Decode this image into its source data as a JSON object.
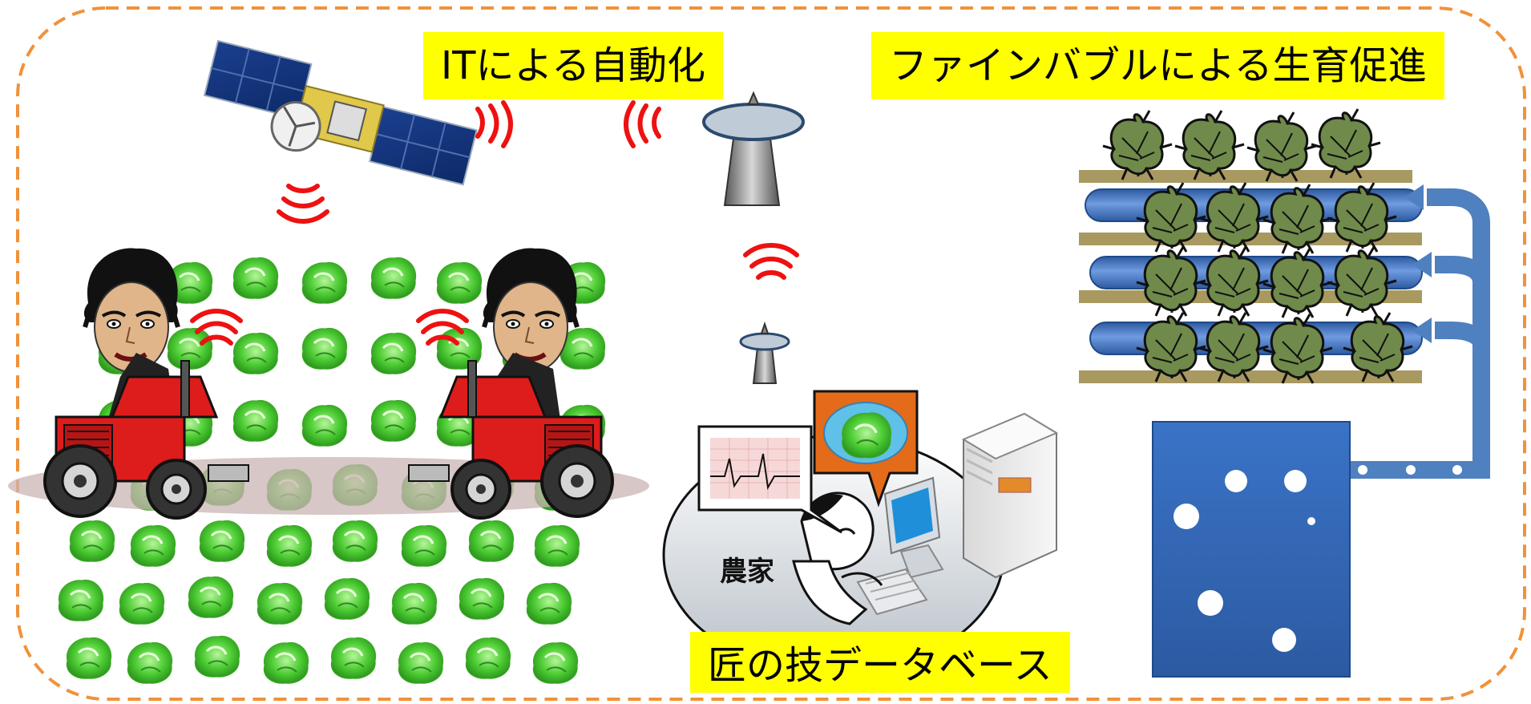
{
  "labels": {
    "it_automation": "ITによる自動化",
    "fine_bubble": "ファインバブルによる生育促進",
    "database": "匠の技データベース",
    "farmer": "農家"
  },
  "colors": {
    "frame_dash": "#f0923a",
    "label_bg": "#ffff00",
    "signal": "#ee1111",
    "pipe": "#4f80c0",
    "water_tank": "#3b6fb0",
    "tractor": "#dd1c1c",
    "cabbage": "#4ccc33",
    "plant_leaf": "#6d8a48",
    "soil_bar": "#a89960"
  },
  "icons": [
    "satellite-icon",
    "antenna-tower-icon",
    "tractor-icon",
    "farmer-face-icon",
    "server-icon",
    "computer-icon",
    "cabbage-icon",
    "plant-icon",
    "water-tank-icon",
    "signal-waves-icon"
  ]
}
